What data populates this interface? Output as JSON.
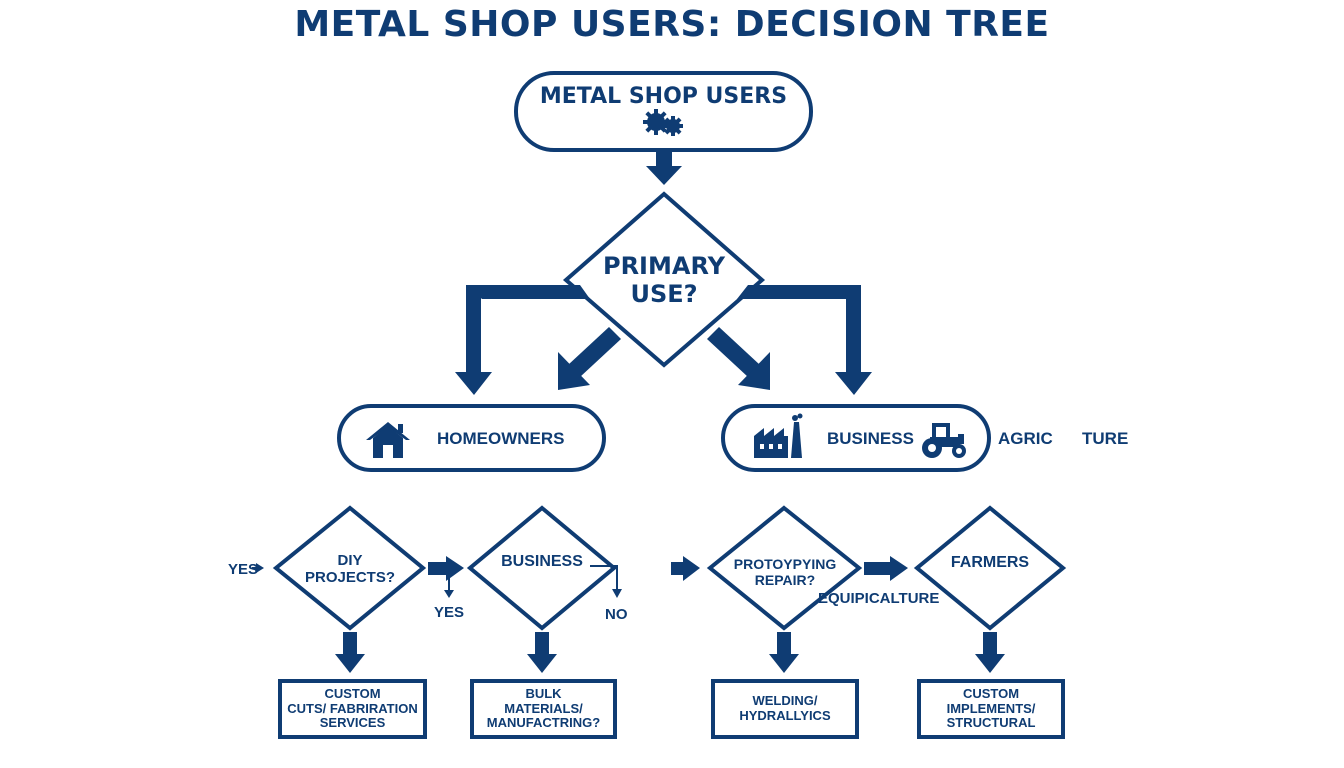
{
  "title": "METAL SHOP USERS: DECISION TREE",
  "colors": {
    "primary": "#0f3c73",
    "background": "#ffffff"
  },
  "nodes": {
    "root": {
      "label": "METAL SHOP USERS",
      "icon": "gears-icon"
    },
    "primary_use": {
      "label": "PRIMARY\nUSE?"
    },
    "homeowners": {
      "label": "HOMEOWNERS",
      "icon": "house-icon"
    },
    "business": {
      "label": "BUSINESS",
      "icons": [
        "factory-icon",
        "tractor-icon"
      ]
    },
    "agriculture_left": "AGRIC",
    "agriculture_right": "TURE",
    "diy": {
      "label": "DIY\nPROJECTS?"
    },
    "business_q": {
      "label": "BUSINESS"
    },
    "prototyping": {
      "label": "PROTOYPYING\nREPAIR?"
    },
    "farmers": {
      "label": "FARMERS"
    }
  },
  "edge_labels": {
    "yes_left": "YES",
    "yes_mid": "YES",
    "no": "NO",
    "equip": "EQUIPICALTURE"
  },
  "outcomes": [
    {
      "label": "CUSTOM\nCUTS/ FABRIRATION\nSERVICES"
    },
    {
      "label": "BULK\nMATERIALS/\nMANUFACTRING?"
    },
    {
      "label": "WELDING/\nHYDRALLYICS"
    },
    {
      "label": "CUSTOM\nIMPLEMENTS/\nSTRUCTURAL"
    }
  ]
}
